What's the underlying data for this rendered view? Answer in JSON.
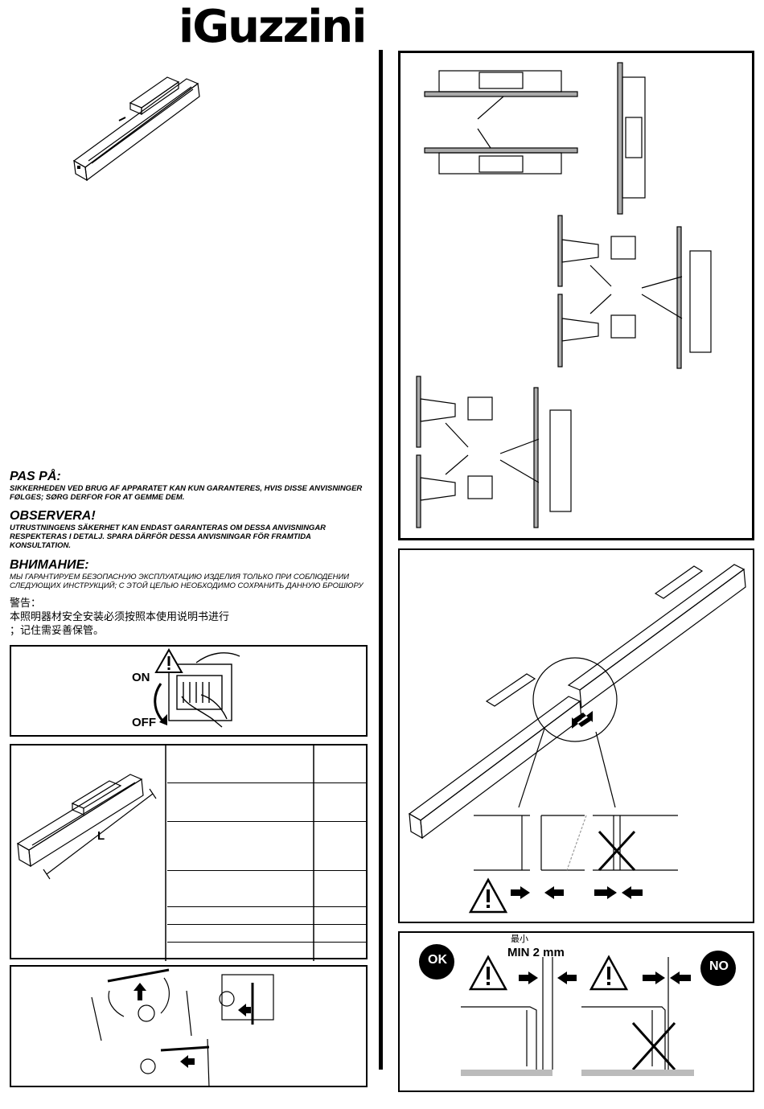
{
  "brand": {
    "logo_text": "iGuzzini"
  },
  "warnings": {
    "danish": {
      "heading": "PAS PÅ:",
      "text": "SIKKERHEDEN VED BRUG AF APPARATET KAN KUN GARANTERES, HVIS DISSE ANVISNINGER FØLGES; SØRG DERFOR FOR AT GEMME DEM."
    },
    "swedish": {
      "heading": "OBSERVERA!",
      "text": "UTRUSTNINGENS SÄKERHET KAN ENDAST GARANTERAS OM DESSA ANVISNINGAR RESPEKTERAS I DETALJ. SPARA DÄRFÖR DESSA ANVISNINGAR FÖR FRAMTIDA KONSULTATION."
    },
    "russian": {
      "heading": "ВНИМАНИЕ:",
      "text": "МЫ ГАРАНТИРУЕМ БЕЗОПАСНУЮ ЭКСПЛУАТАЦИЮ ИЗДЕЛИЯ ТОЛЬКО ПРИ СОБЛЮДЕНИИ СЛЕДУЮЩИХ ИНСТРУКЦИЙ; С ЭТОЙ ЦЕЛЬЮ НЕОБХОДИМО СОХРАНИТЬ ДАННУЮ БРОШЮРУ"
    },
    "chinese": {
      "heading": "警告：",
      "line1": "本照明器材安全安装必须按照本使用说明书进行",
      "line2": "；记住需妥善保管。"
    }
  },
  "power_switch": {
    "on_label": "ON",
    "off_label": "OFF"
  },
  "dimensions": {
    "length_label": "L"
  },
  "gap_panel": {
    "ok_label": "OK",
    "no_label": "NO",
    "min_cn": "最小",
    "min_label": "MIN 2 mm"
  },
  "colors": {
    "ink": "#000000",
    "paper": "#ffffff"
  },
  "icons": [
    "warning-triangle-icon",
    "arrow-icon",
    "cross-icon"
  ]
}
